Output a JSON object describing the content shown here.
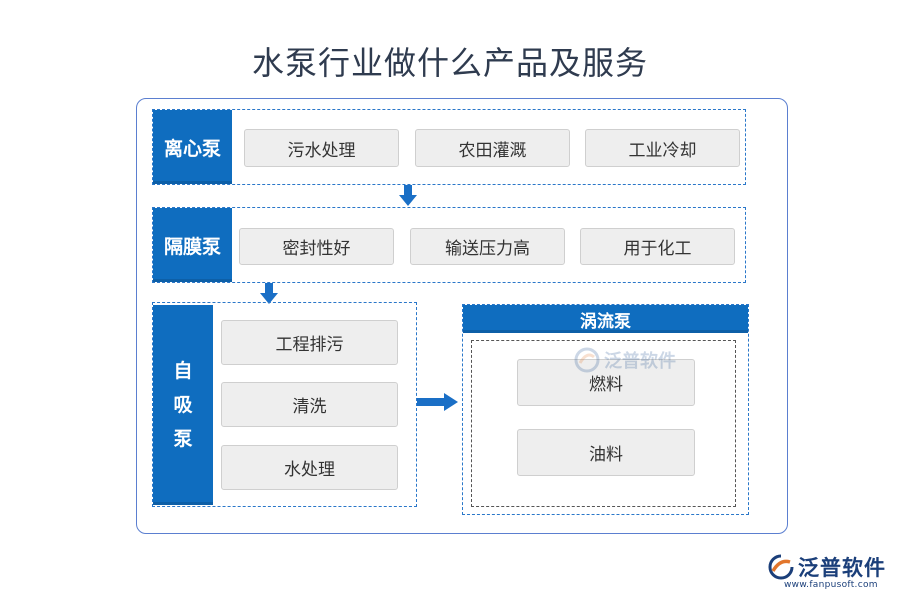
{
  "title": "水泵行业做什么产品及服务",
  "groups": {
    "centrifugal": {
      "label": "离心泵",
      "items": [
        "污水处理",
        "农田灌溉",
        "工业冷却"
      ]
    },
    "diaphragm": {
      "label": "隔膜泵",
      "items": [
        "密封性好",
        "输送压力高",
        "用于化工"
      ]
    },
    "self_priming": {
      "label_chars": [
        "自",
        "吸",
        "泵"
      ],
      "items": [
        "工程排污",
        "清洗",
        "水处理"
      ]
    },
    "vortex": {
      "label": "涡流泵",
      "items": [
        "燃料",
        "油料"
      ]
    }
  },
  "watermark": {
    "text": "泛普软件"
  },
  "logo": {
    "name": "泛普软件",
    "url": "www.fanpusoft.com",
    "icon": "fanpu-logo-icon"
  },
  "colors": {
    "accent": "#0f6dbf",
    "frame": "#5b7fd0",
    "dash": "#2a77c9",
    "chip_bg": "#eeeeee"
  }
}
